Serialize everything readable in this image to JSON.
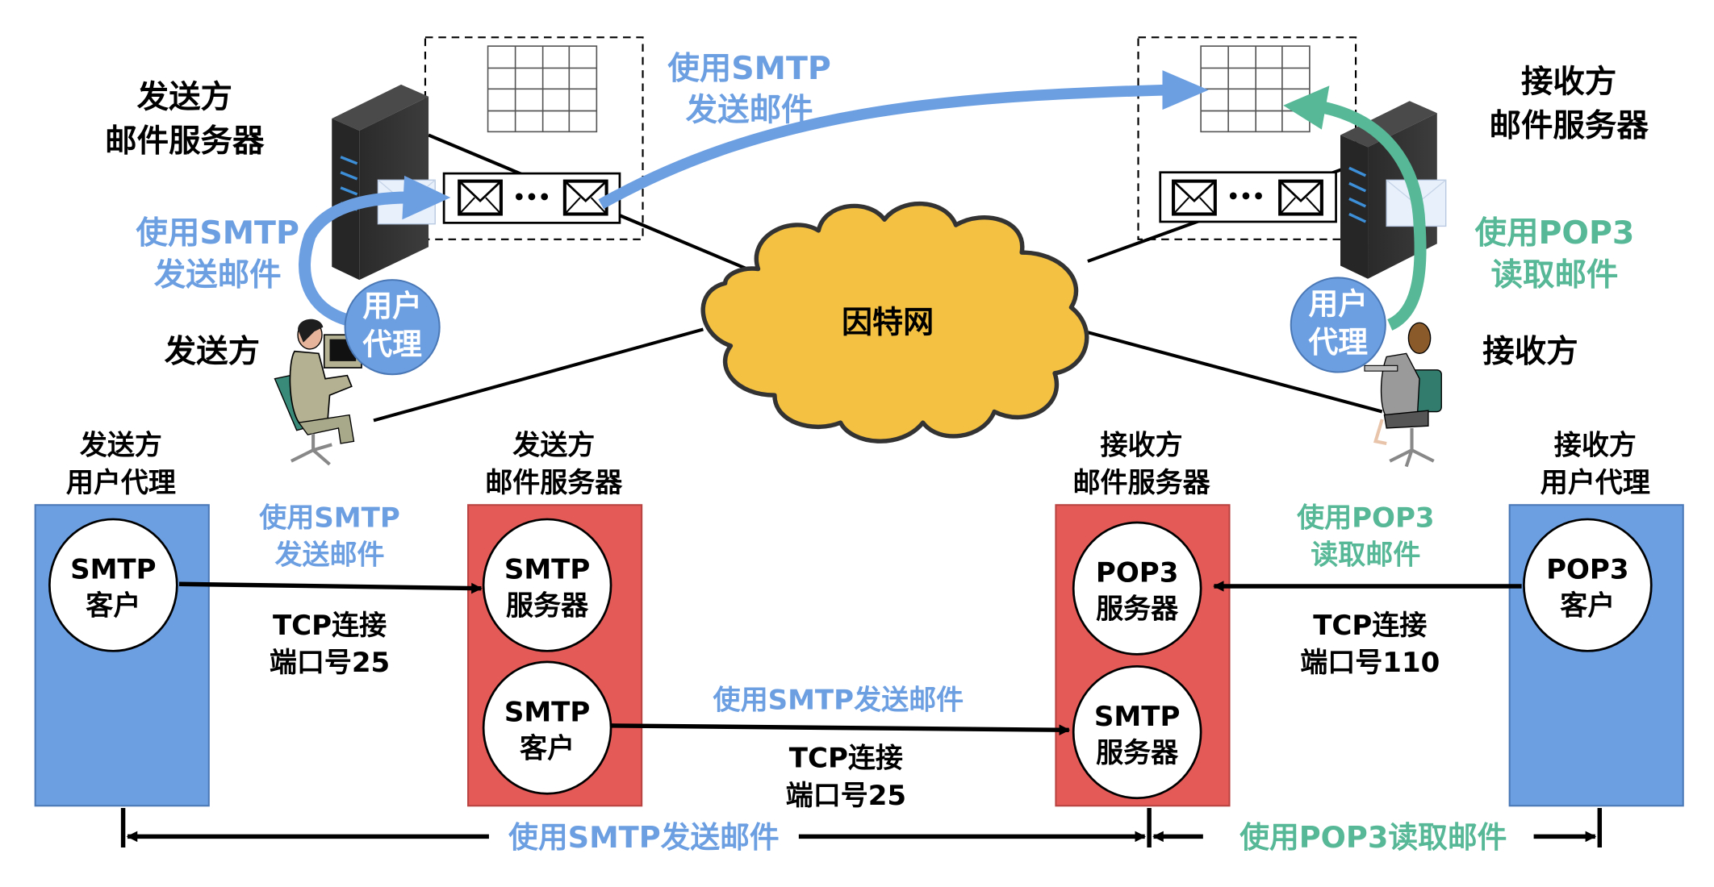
{
  "colors": {
    "smtp_blue": "#6C9FE2",
    "pop3_green": "#56B896",
    "server_red": "#E35A57",
    "agent_blue": "#6C9FE2",
    "cloud_yellow": "#F4C142"
  },
  "top": {
    "sender_server_label": [
      "发送方",
      "邮件服务器"
    ],
    "receiver_server_label": [
      "接收方",
      "邮件服务器"
    ],
    "sender_label": "发送方",
    "receiver_label": "接收方",
    "internet_label": "因特网",
    "user_agent_left": [
      "用户",
      "代理"
    ],
    "user_agent_right": [
      "用户",
      "代理"
    ],
    "left_arrow_label": [
      "使用SMTP",
      "发送邮件"
    ],
    "middle_arrow_label": [
      "使用SMTP",
      "发送邮件"
    ],
    "right_arrow_label": [
      "使用POP3",
      "读取邮件"
    ],
    "mailbox_dots": "•••"
  },
  "bottom": {
    "sender_ua_title": [
      "发送方",
      "用户代理"
    ],
    "sender_server_title": [
      "发送方",
      "邮件服务器"
    ],
    "receiver_server_title": [
      "接收方",
      "邮件服务器"
    ],
    "receiver_ua_title": [
      "接收方",
      "用户代理"
    ],
    "smtp_client_1": [
      "SMTP",
      "客户"
    ],
    "smtp_server_1": [
      "SMTP",
      "服务器"
    ],
    "smtp_client_2": [
      "SMTP",
      "客户"
    ],
    "pop3_server": [
      "POP3",
      "服务器"
    ],
    "smtp_server_2": [
      "SMTP",
      "服务器"
    ],
    "pop3_client": [
      "POP3",
      "客户"
    ],
    "link1_label": [
      "使用SMTP",
      "发送邮件"
    ],
    "link1_tcp": [
      "TCP连接",
      "端口号25"
    ],
    "link2_label": "使用SMTP发送邮件",
    "link2_tcp": [
      "TCP连接",
      "端口号25"
    ],
    "link3_label": [
      "使用POP3",
      "读取邮件"
    ],
    "link3_tcp": [
      "TCP连接",
      "端口号110"
    ],
    "span_smtp_label": "使用SMTP发送邮件",
    "span_pop3_label": "使用POP3读取邮件"
  }
}
